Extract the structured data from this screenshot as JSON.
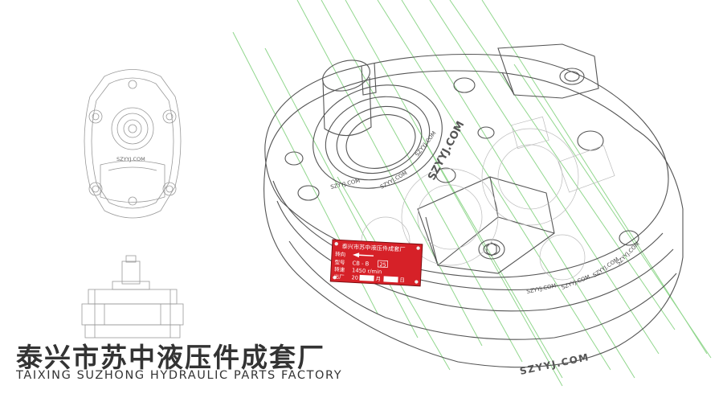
{
  "company": {
    "name_cn": "泰兴市苏中液压件成套厂",
    "name_en": "TAIXING SUZHONG HYDRAULIC PARTS FACTORY"
  },
  "watermark": "SZYYJ.COM",
  "nameplate": {
    "title": "泰兴市苏中液压件成套厂",
    "direction_label": "转向",
    "model_label": "型号",
    "model_value": "CB - B",
    "model_suffix": "25",
    "speed_label": "转速",
    "speed_value": "1450 r/min",
    "date_prefix": "出厂",
    "date_year": "20",
    "date_month_unit": "月",
    "date_day_unit": "日"
  },
  "colors": {
    "accent_green": "#7ed07a",
    "nameplate_red": "#d62128",
    "line": "#555555",
    "brand_text": "#333333"
  }
}
